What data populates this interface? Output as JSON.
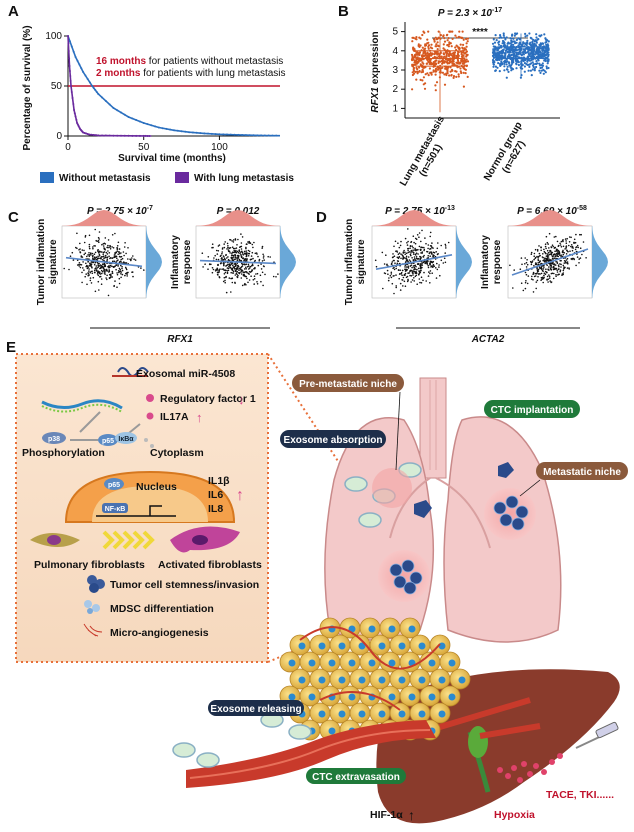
{
  "panels": {
    "A": {
      "label": "A",
      "ylabel": "Percentage of survival (%)",
      "xlabel": "Survival time (months)",
      "annotation1_bold": "16 months",
      "annotation1_rest": " for patients without metastasis",
      "annotation2_bold": "2 months",
      "annotation2_rest": " for patients with lung metastasis",
      "legend": [
        "Without metastasis",
        "With lung metastasis"
      ]
    },
    "B": {
      "label": "B",
      "pvalue": "P = 2.3 × 10",
      "pexp": "-17",
      "sig": "****",
      "ylabel_italic": "RFX1",
      "ylabel_rest": " expression",
      "groups": [
        {
          "line1": "Lung metastasis",
          "line2": "(n=501)"
        },
        {
          "line1": "Normol group",
          "line2": "(n=627)"
        }
      ]
    },
    "C": {
      "label": "C",
      "p1": "P = 2.75 × 10",
      "p1exp": "-7",
      "p2": "P = 0.012",
      "ylabel1a": "Tumor inflamation",
      "ylabel1b": "signature",
      "ylabel2a": "Inflamatory",
      "ylabel2b": "response",
      "gene": "RFX1"
    },
    "D": {
      "label": "D",
      "p1": "P = 2.75 × 10",
      "p1exp": "-13",
      "p2": "P = 6.69 × 10",
      "p2exp": "-58",
      "ylabel1a": "Tumor inflamation",
      "ylabel1b": "signature",
      "ylabel2a": "Inflamatory",
      "ylabel2b": "response",
      "gene": "ACTA2"
    },
    "E": {
      "label": "E",
      "exosomal": "Exosomal miR-4508",
      "regulatory": "Regulatory factor 1",
      "il17a": "IL17A",
      "p38": "p38",
      "phosphorylation": "Phosphorylation",
      "p65": "p65",
      "ikba": "IκBα",
      "cytoplasm": "Cytoplasm",
      "nucleus": "Nucleus",
      "nfkb": "NF-κB",
      "il1b": "IL1β",
      "il6": "IL6",
      "il8": "IL8",
      "pulmonary": "Pulmonary fibroblasts",
      "activated": "Activated fibroblasts",
      "stemness": "Tumor cell stemness/invasion",
      "mdsc": "MDSC differentiation",
      "angio": "Micro-angiogenesis",
      "premetastatic": "Pre-metastatic niche",
      "ctc_implant": "CTC implantation",
      "exosome_absorption": "Exosome absorption",
      "metastatic_niche": "Metastatic niche",
      "exosome_releasing": "Exosome releasing",
      "ctc_extravasation": "CTC extravasation",
      "hif": "HIF-1α",
      "hypoxia": "Hypoxia",
      "tace": "TACE, TKI......"
    }
  },
  "chart_data": [
    {
      "type": "line",
      "title": "",
      "xlabel": "Survival time (months)",
      "ylabel": "Percentage of survival (%)",
      "xlim": [
        0,
        140
      ],
      "ylim": [
        0,
        100
      ],
      "xticks": [
        0,
        50,
        100
      ],
      "yticks": [
        0,
        50,
        100
      ],
      "hline": 50,
      "series": [
        {
          "name": "Without metastasis",
          "x": [
            0,
            5,
            10,
            16,
            20,
            30,
            40,
            50,
            60,
            70,
            80,
            90,
            100,
            110,
            120,
            130,
            140
          ],
          "y": [
            100,
            79,
            64,
            50,
            42,
            28,
            19,
            13,
            8.5,
            5.7,
            3.8,
            2.6,
            1.7,
            1.2,
            0.8,
            0.5,
            0.3
          ]
        },
        {
          "name": "With lung metastasis",
          "x": [
            0,
            1,
            2,
            4,
            6,
            8,
            10,
            14,
            20,
            30,
            40,
            50,
            55
          ],
          "y": [
            100,
            70,
            50,
            26,
            13,
            7,
            3.5,
            1.5,
            0.6,
            0.3,
            0.2,
            0.1,
            0
          ]
        }
      ]
    },
    {
      "type": "scatter",
      "title": "",
      "ylabel": "RFX1 expression",
      "ylim": [
        0.5,
        5.5
      ],
      "yticks": [
        1,
        2,
        3,
        4,
        5
      ],
      "categories": [
        "Lung metastasis (n=501)",
        "Normol group (n=627)"
      ],
      "series": [
        {
          "name": "Lung metastasis",
          "n": 501,
          "q1": 3.2,
          "median": 3.6,
          "q3": 4.0,
          "min": 0.8,
          "max": 5.0
        },
        {
          "name": "Normol group",
          "n": 627,
          "q1": 3.6,
          "median": 3.9,
          "q3": 4.2,
          "min": 2.6,
          "max": 4.9
        }
      ]
    }
  ],
  "colors": {
    "blue": "#2a6fbf",
    "purple": "#6a2a9e",
    "orange": "#d6581f",
    "red_line": "#c0122c",
    "lung": "#f3c9c9",
    "liver": "#8a3b2c",
    "vessel": "#c83a2b",
    "pill_brown": "#8b5a3c",
    "pill_green": "#1f7a3a",
    "pill_navy": "#1d2e4a"
  }
}
